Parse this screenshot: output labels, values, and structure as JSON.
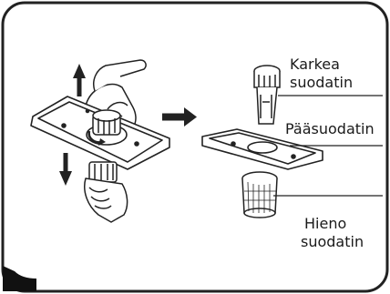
{
  "labels": {
    "coarse_filter_line1": "Karkea",
    "coarse_filter_line2": "suodatin",
    "main_filter": "Pääsuodatin",
    "fine_filter_line1": "Hieno",
    "fine_filter_line2": "suodatin"
  },
  "icons": [
    "up-arrow-icon",
    "down-arrow-icon",
    "right-arrow-icon"
  ],
  "colors": {
    "ink": "#1a1a1a",
    "frame": "#222222",
    "corner_tab": "#111111"
  }
}
